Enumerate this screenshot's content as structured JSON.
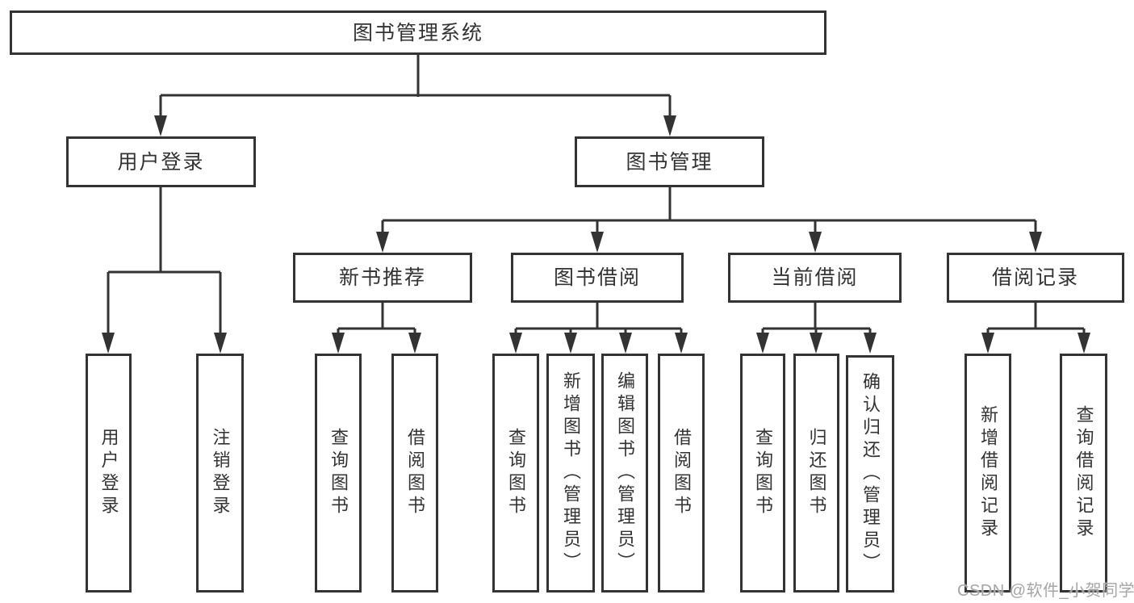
{
  "diagram": {
    "root": "图书管理系统",
    "level2": {
      "login": "用户登录",
      "mgmt": "图书管理"
    },
    "login_children": {
      "user_login": "用户登录",
      "logout": "注销登录"
    },
    "mgmt_children": {
      "rec": "新书推荐",
      "borrow": "图书借阅",
      "current": "当前借阅",
      "records": "借阅记录"
    },
    "rec_children": {
      "query": "查询图书",
      "borrow": "借阅图书"
    },
    "borrow_children": {
      "query": "查询图书",
      "add": "新增图书（管理员）",
      "edit": "编辑图书（管理员）",
      "borrow": "借阅图书"
    },
    "current_children": {
      "query": "查询图书",
      "return": "归还图书",
      "confirm": "确认归还（管理员）"
    },
    "records_children": {
      "add": "新增借阅记录",
      "query": "查询借阅记录"
    }
  },
  "watermark": "CSDN @软件_小贺同学",
  "colors": {
    "line": "#333333",
    "node_border": "#333333",
    "node_fill": "#ffffff",
    "text": "#333333",
    "watermark": "#a6a6a6",
    "background": "#ffffff"
  }
}
